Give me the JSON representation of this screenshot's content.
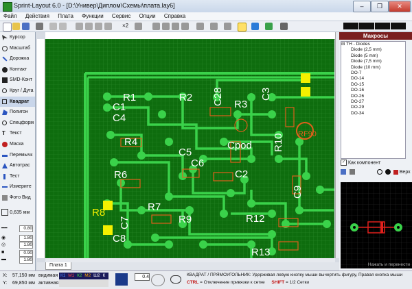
{
  "window": {
    "title": "Sprint-Layout 6.0 - [D:\\Универ\\Диплом\\Схемы\\плата.lay6]",
    "controls": [
      "–",
      "❐",
      "✕"
    ]
  },
  "menu": [
    "Файл",
    "Действия",
    "Плата",
    "Функции",
    "Сервис",
    "Опции",
    "Справка"
  ],
  "toolbar": {
    "zoom_label": "×2",
    "icons": [
      "new-icon",
      "open-icon",
      "save-icon",
      "print-icon",
      "undo-icon",
      "redo-icon",
      "cut-icon",
      "copy-icon",
      "paste-icon",
      "delete-icon",
      "zoom-icon",
      "rotate-icon",
      "mirror-icon",
      "align-icon",
      "group-icon",
      "ungroup-icon",
      "lock-icon",
      "unlock-icon",
      "search-icon",
      "snap-icon",
      "drc-icon",
      "photo-icon"
    ]
  },
  "tools": [
    {
      "label": "Курсор",
      "icon": "cursor-icon"
    },
    {
      "label": "Масштаб",
      "icon": "zoom-icon"
    },
    {
      "label": "Дорожка",
      "icon": "track-icon"
    },
    {
      "label": "Контакт",
      "icon": "pad-icon"
    },
    {
      "label": "SMD-Конт",
      "icon": "smd-pad-icon"
    },
    {
      "label": "Круг / Дуга",
      "icon": "circle-icon"
    },
    {
      "label": "Квадрат",
      "icon": "square-icon",
      "active": true
    },
    {
      "label": "Полигон",
      "icon": "polygon-icon"
    },
    {
      "label": "Спецформ",
      "icon": "special-form-icon"
    },
    {
      "label": "Текст",
      "icon": "text-icon"
    },
    {
      "label": "Маска",
      "icon": "mask-icon"
    },
    {
      "label": "Перемычк",
      "icon": "bridge-icon"
    },
    {
      "label": "Автотрас",
      "icon": "autoroute-icon"
    },
    {
      "label": "Тест",
      "icon": "test-icon"
    },
    {
      "label": "Измерите",
      "icon": "measure-icon"
    },
    {
      "label": "Фото Вид",
      "icon": "photo-view-icon"
    }
  ],
  "sizes": {
    "grid": "0,635 мм",
    "track_width": "0.80",
    "pad_outer": "1.80",
    "pad_inner": "1.80",
    "pad_hole": "0.90",
    "smd": "1.80"
  },
  "board": {
    "tab": "Плата 1",
    "labels": [
      "R1",
      "C1",
      "C4",
      "R2",
      "C28",
      "R3",
      "C3",
      "R4",
      "C5",
      "C6",
      "Cpod",
      "R10",
      "RF90",
      "R6",
      "C2",
      "C9",
      "R8",
      "C7",
      "R7",
      "R9",
      "R12",
      "C8",
      "R13"
    ],
    "colors": {
      "board": "#0e6d0e",
      "copper": "#39d14a",
      "silk": "#ffffff",
      "component": "#e0601c",
      "pad_yellow": "#f4f000"
    }
  },
  "right_panel": {
    "title": "Макросы",
    "tree_root": "TH - Diodes",
    "tree_items": [
      "Diode (2,5 mm)",
      "Diode (5 mm)",
      "Diode (7,5 mm)",
      "Diode (10 mm)",
      "DO-7",
      "DO-14",
      "DO-15",
      "DO-16",
      "DO-26",
      "DO-27",
      "DO-29",
      "DO-34"
    ],
    "as_component": "Как компонент",
    "top_label": "Верх",
    "preview_hint": "Нажать и перенести"
  },
  "statusbar": {
    "x_label": "X:",
    "x_value": "57,150 мм",
    "y_label": "Y:",
    "y_value": "69,850 мм",
    "visible": "видимая",
    "active": "активная",
    "layers": [
      "К1",
      "М1",
      "К2",
      "М2",
      "Ш2",
      "К"
    ],
    "grid_value": "0.4",
    "mode_text": "КВАДРАТ / ПРЯМОУГОЛЬНИК: Удерживая левую кнопку мыши вычертить фигуру, Правая кнопка мыши",
    "hint_ctrl": "CTRL",
    "hint_ctrl_text": "= Отключение привязки к сетке",
    "hint_shift": "SHIFT",
    "hint_shift_text": "= 1/2 Сетки"
  }
}
